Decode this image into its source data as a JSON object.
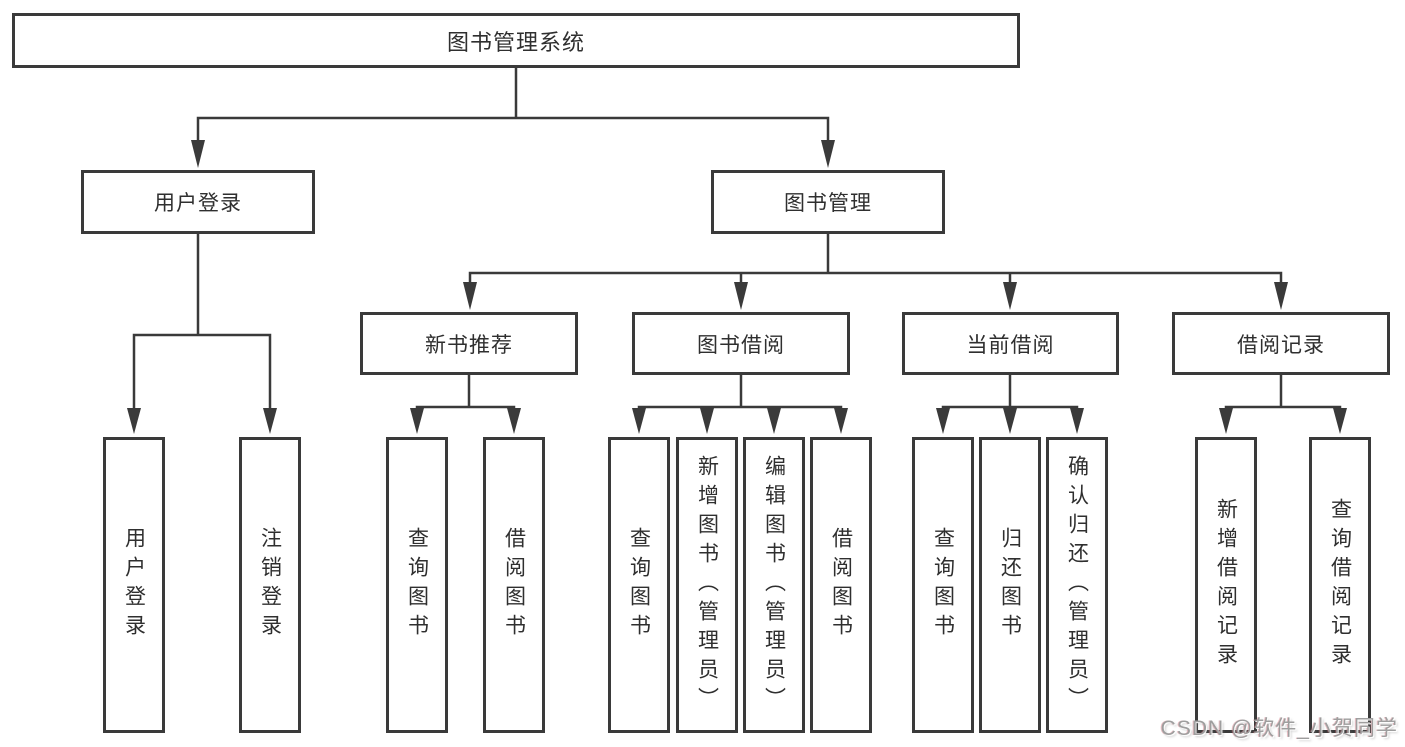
{
  "tree": {
    "label": "图书管理系统",
    "children": [
      {
        "label": "用户登录",
        "children": [
          {
            "label": "用户登录"
          },
          {
            "label": "注销登录"
          }
        ]
      },
      {
        "label": "图书管理",
        "children": [
          {
            "label": "新书推荐",
            "children": [
              {
                "label": "查询图书"
              },
              {
                "label": "借阅图书"
              }
            ]
          },
          {
            "label": "图书借阅",
            "children": [
              {
                "label": "查询图书"
              },
              {
                "label": "新增图书（管理员）"
              },
              {
                "label": "编辑图书（管理员）"
              },
              {
                "label": "借阅图书"
              }
            ]
          },
          {
            "label": "当前借阅",
            "children": [
              {
                "label": "查询图书"
              },
              {
                "label": "归还图书"
              },
              {
                "label": "确认归还（管理员）"
              }
            ]
          },
          {
            "label": "借阅记录",
            "children": [
              {
                "label": "新增借阅记录"
              },
              {
                "label": "查询借阅记录"
              }
            ]
          }
        ]
      }
    ]
  },
  "watermark": {
    "text": "CSDN @软件_小贺同学"
  },
  "colors": {
    "line": "#3a3a3a",
    "box_border": "#3a3a3a",
    "box_fill": "#ffffff",
    "text": "#2f2f2f",
    "watermark": "#9e9e9e",
    "background": "#ffffff"
  }
}
